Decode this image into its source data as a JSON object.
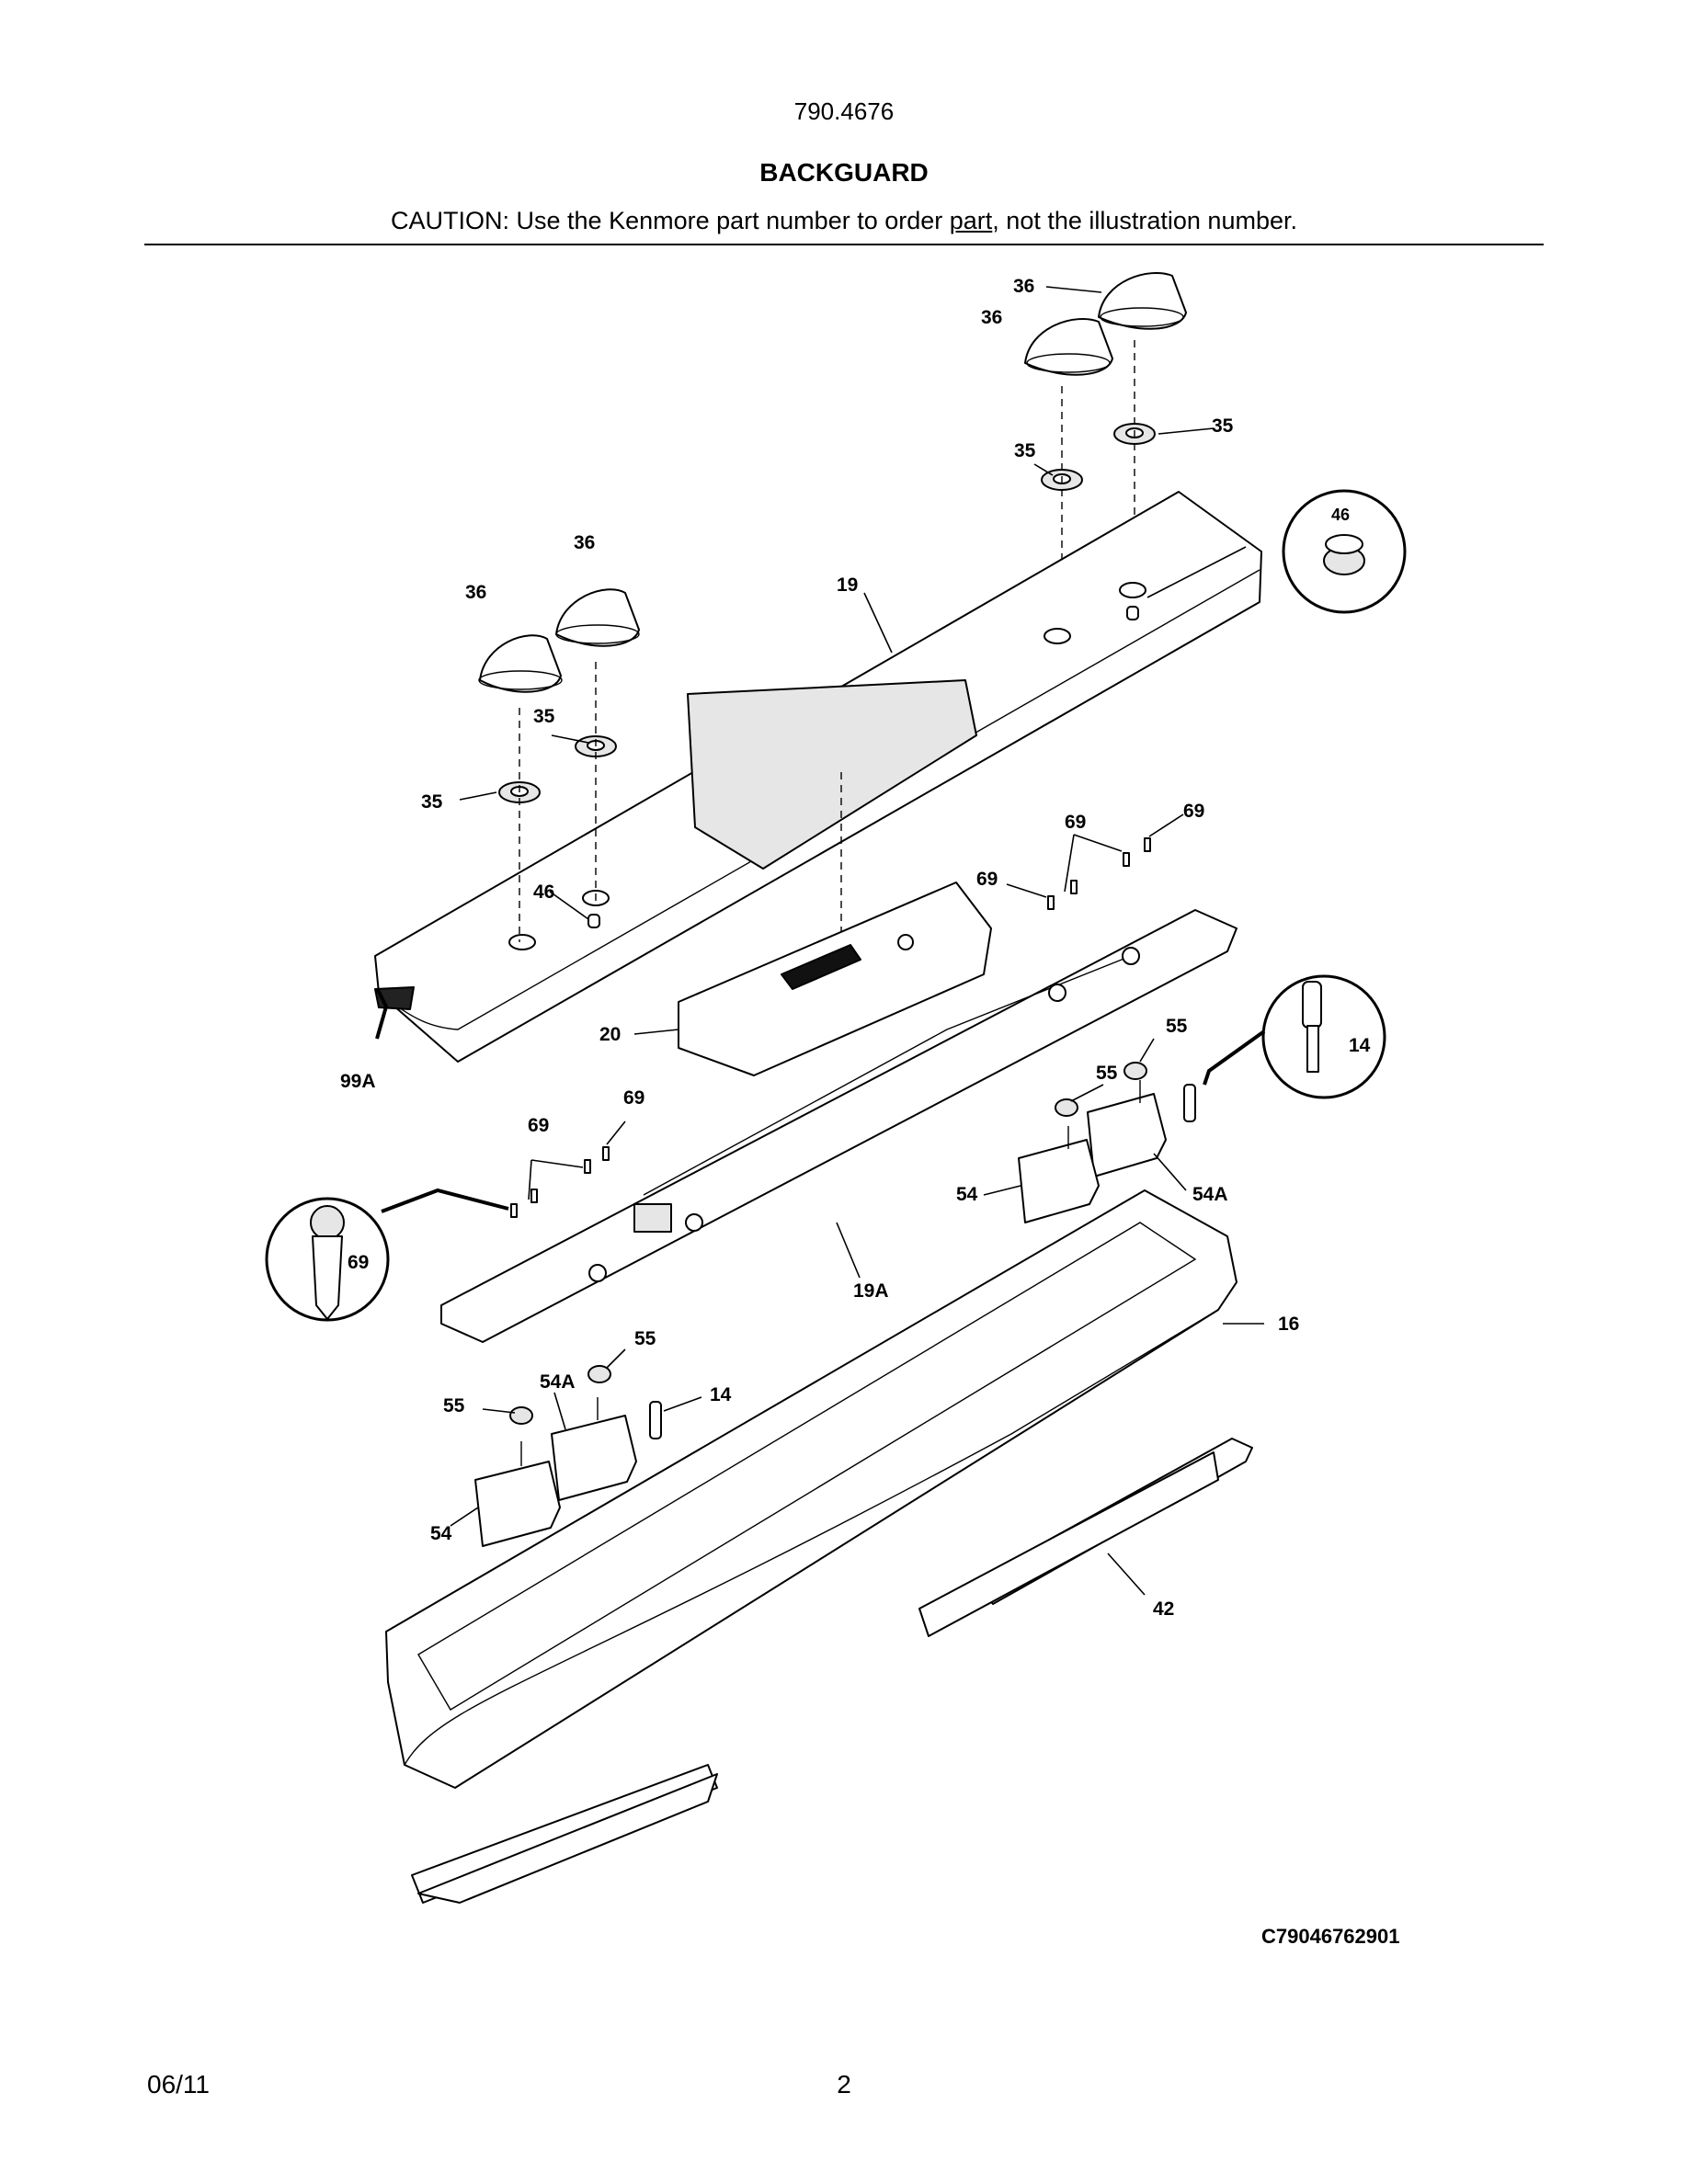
{
  "header": {
    "model": "790.4676",
    "title": "BACKGUARD",
    "caution_before": "CAUTION: Use the Kenmore part number to order ",
    "caution_link": "part",
    "caution_after": ", not the illustration number."
  },
  "callouts": {
    "c36a": "36",
    "c36b": "36",
    "c35a": "35",
    "c35b": "35",
    "c46": "46",
    "c36c": "36",
    "c36d": "36",
    "c19": "19",
    "c35c": "35",
    "c35d": "35",
    "c46b": "46",
    "c69a": "69",
    "c69b": "69",
    "c69c": "69",
    "c20": "20",
    "c55a": "55",
    "c14a": "14",
    "c99a": "99A",
    "c55b": "55",
    "c69d": "69",
    "c69e": "69",
    "c54a": "54",
    "c54aa": "54A",
    "c69f": "69",
    "c19a": "19A",
    "c16": "16",
    "c55c": "55",
    "c54ab": "54A",
    "c55d": "55",
    "c14b": "14",
    "c54b": "54",
    "c42": "42"
  },
  "figure_code": "C79046762901",
  "footer": {
    "date": "06/11",
    "page": "2"
  }
}
